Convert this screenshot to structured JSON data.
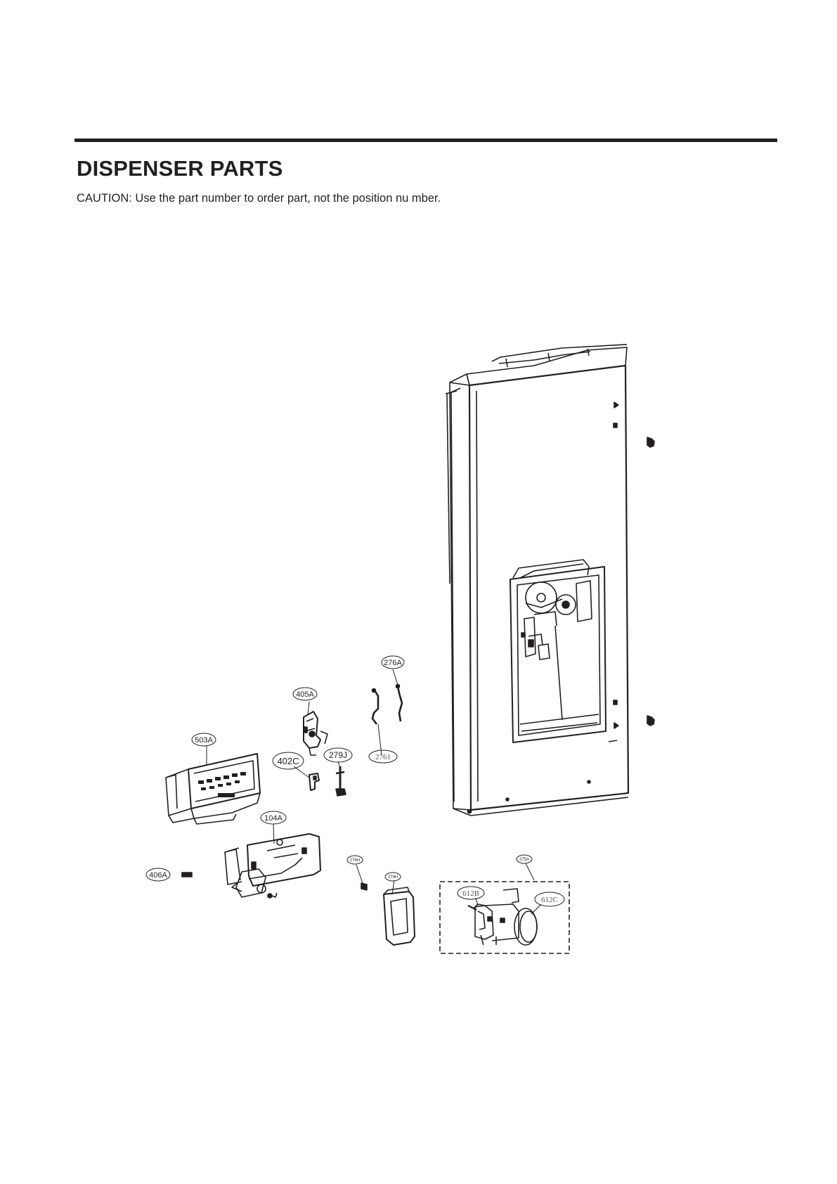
{
  "header": {
    "title": "DISPENSER PARTS",
    "caution": "CAUTION: Use the part number to order part, not the position nu  mber."
  },
  "callouts": {
    "c276A": "276A",
    "c405A": "405A",
    "c503A": "503A",
    "c402C": "402C",
    "c279J": "279J",
    "c2761": "2761",
    "c104A": "104A",
    "c406A": "406A",
    "c276H": "276H",
    "c279H": "279H",
    "c275A": "275A",
    "c612B": "612B",
    "c612C": "612C"
  }
}
